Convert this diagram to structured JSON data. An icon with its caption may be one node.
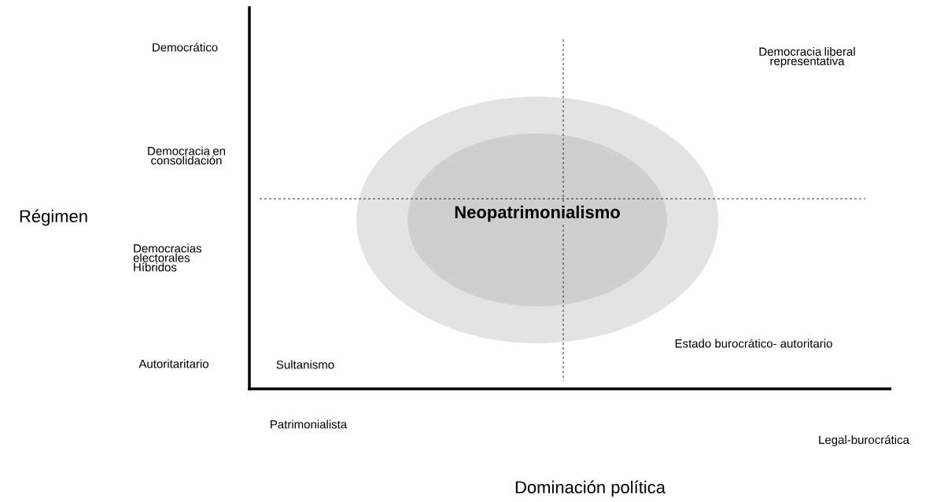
{
  "diagram": {
    "nodes": [
      {
        "text": [
          "Neopatrimonialismo"
        ]
      }
    ],
    "labels": [
      "Régimen",
      "Democrático",
      "Democracia liberal representativa",
      "Democracia en consolidación",
      "Democracias electorales Híbridos",
      "Estado burocrático- autoritario",
      "Autoritaritario",
      "Sultanismo",
      "Patrimonialista",
      "Legal-burocrática",
      "Dominación política"
    ]
  }
}
